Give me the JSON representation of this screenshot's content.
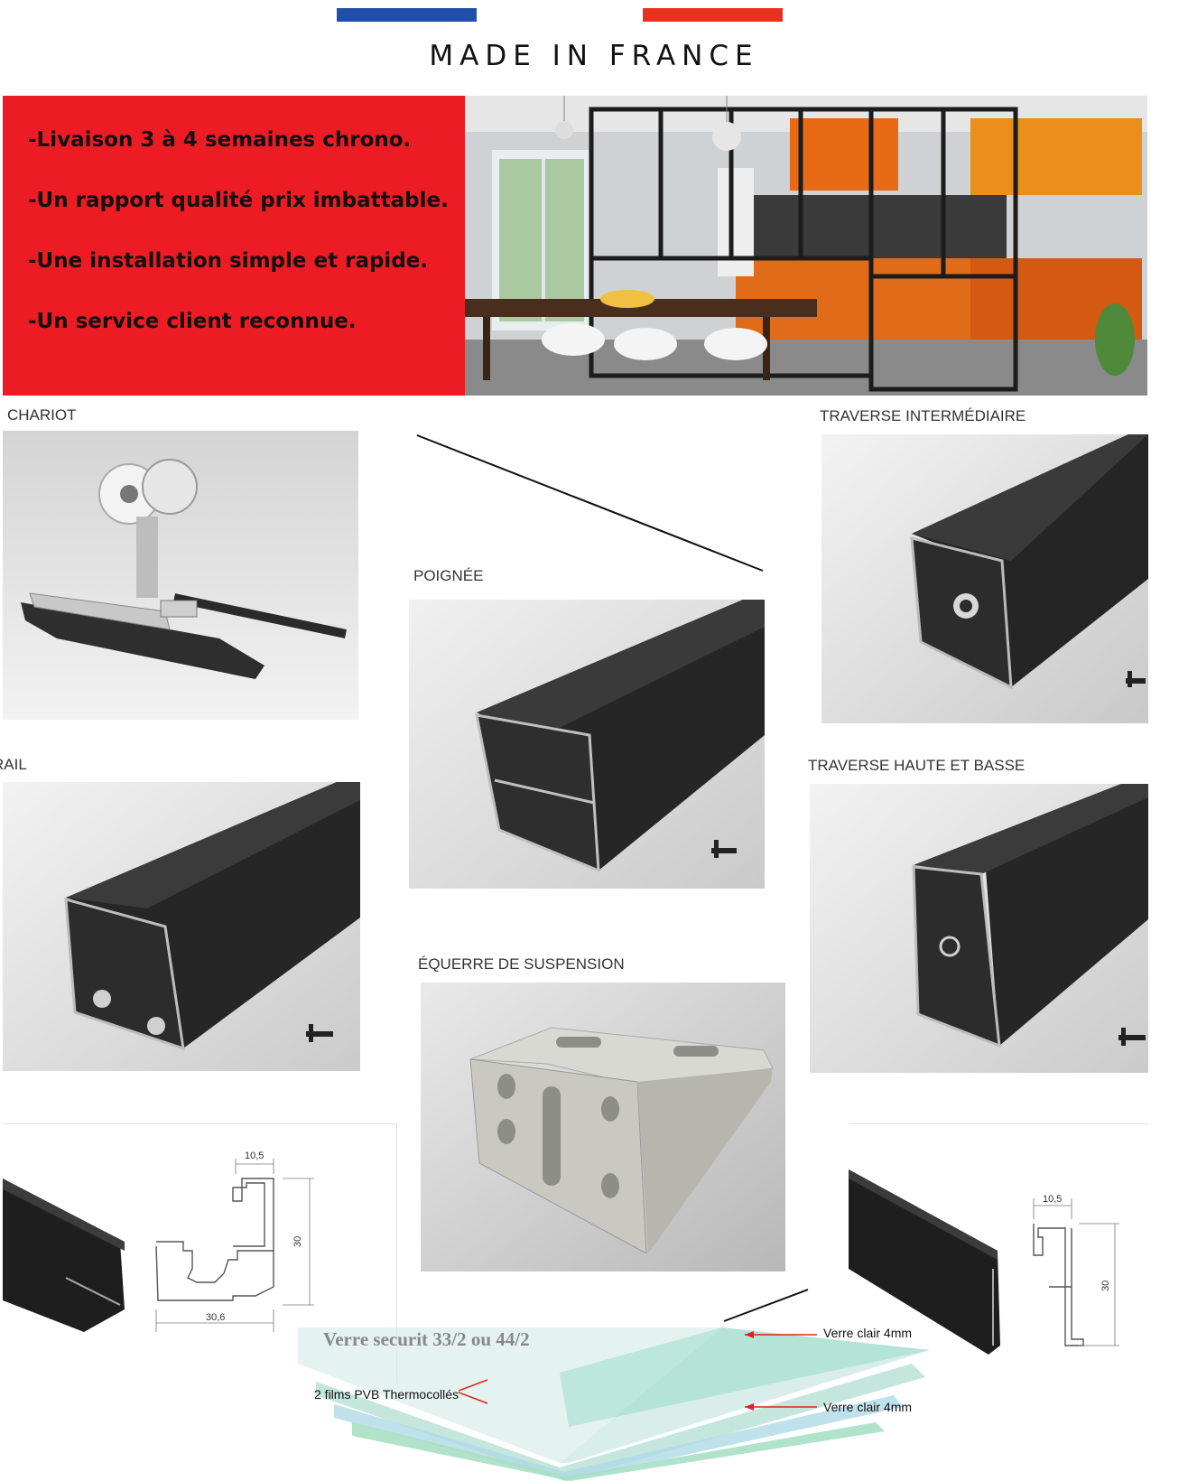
{
  "header": {
    "made_in": "MADE IN FRANCE",
    "flag_colors": [
      "#1f4fa8",
      "#ffffff",
      "#e8321e"
    ]
  },
  "promo": {
    "items": [
      "-Livaison 3 à 4 semaines chrono.",
      "-Un rapport qualité prix imbattable.",
      "-Une installation simple et rapide.",
      "-Un service client reconnue."
    ],
    "bg_color": "#ed1c24"
  },
  "products": {
    "chariot": "CHARIOT",
    "traverse_inter": "TRAVERSE INTERMÉDIAIRE",
    "poignee": "POIGNÉE",
    "rail": "RAIL",
    "traverse_haute": "TRAVERSE HAUTE ET BASSE",
    "equerre": "ÉQUERRE DE SUSPENSION"
  },
  "diagrams": {
    "left_dims": {
      "top": "10,5",
      "side": "30",
      "bottom": "30,6"
    },
    "right_dims": {
      "top": "10,5",
      "side": "30"
    }
  },
  "glass": {
    "title": "Verre securit 33/2 ou 44/2",
    "pvb": "2 films PVB Thermocollés",
    "top_layer": "Verre clair 4mm",
    "bottom_layer": "Verre clair 4mm"
  }
}
